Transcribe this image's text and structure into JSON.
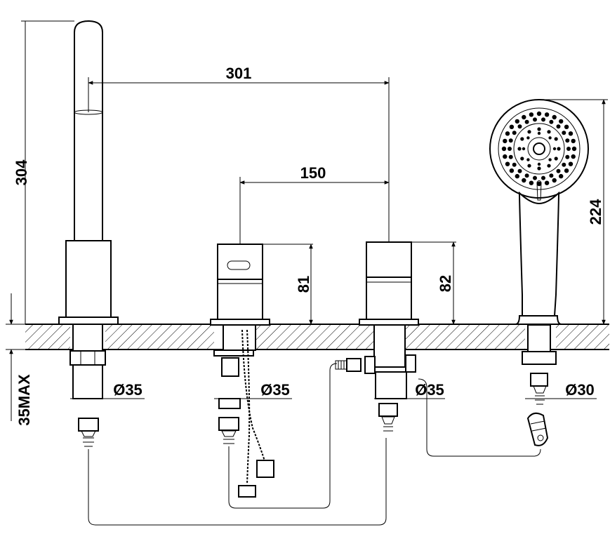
{
  "dimensions": {
    "spout_height": "304",
    "spout_reach": "301",
    "handle_spacing": "150",
    "mixer_height": "81",
    "diverter_height": "82",
    "handshower_length": "224",
    "deck_thickness": "35MAX",
    "hole_spout": "Ø35",
    "hole_mixer": "Ø35",
    "hole_diverter": "Ø35",
    "hole_handshower": "Ø30"
  }
}
